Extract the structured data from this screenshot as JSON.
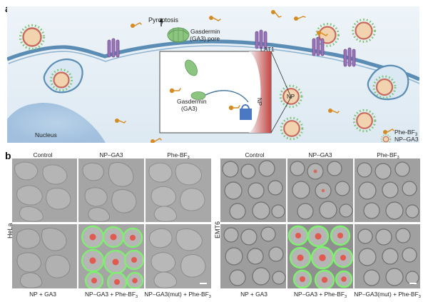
{
  "panels": {
    "a_letter": "a",
    "b_letter": "b"
  },
  "schematic": {
    "pyroptosis": "Pyroptosis",
    "gasdermin_pore_line1": "Gasdermin",
    "gasdermin_pore_line2": "(GA3) pore",
    "lat1": "LAT1",
    "gasdermin_ga3_line1": "Gasdermin",
    "gasdermin_ga3_line2": "(GA3)",
    "np": "NP",
    "np_small": "NP",
    "nucleus": "Nucleus",
    "legend_phe": "Phe-BF",
    "legend_phe_sub": "3",
    "legend_npga3": "NP–GA3"
  },
  "microscopy": {
    "top_labels_left": [
      {
        "text": "Control",
        "sub": ""
      },
      {
        "text": "NP–GA3",
        "sub": ""
      },
      {
        "text": "Phe-BF",
        "sub": "3"
      }
    ],
    "top_labels_right": [
      {
        "text": "Control",
        "sub": ""
      },
      {
        "text": "NP–GA3",
        "sub": ""
      },
      {
        "text": "Phe-BF",
        "sub": "3"
      }
    ],
    "bottom_labels_left": [
      {
        "text": "NP + GA3",
        "sub": ""
      },
      {
        "text": "NP–GA3 + Phe-BF",
        "sub": "3"
      },
      {
        "text": "NP–GA3(mut) + Phe-BF",
        "sub": "3"
      }
    ],
    "bottom_labels_right": [
      {
        "text": "NP + GA3",
        "sub": ""
      },
      {
        "text": "NP–GA3 + Phe-BF",
        "sub": "3"
      },
      {
        "text": "NP–GA3(mut) + Phe-BF",
        "sub": "3"
      }
    ],
    "row_label_left": "HeLa",
    "row_label_right": "EMT6"
  },
  "colors": {
    "background": "#ffffff",
    "cell_bg": "#dce8f2",
    "membrane": "#5f88b0",
    "transporter": "#9a74b6",
    "gasdermin": "#8cc57f",
    "phe": "#d58b20",
    "np_core": "#f2d3b0",
    "np_ring": "#c96a5a",
    "nucleus": "#a9c6e0",
    "micro_gray": "#a0a0a0",
    "green_fluor": "#7df06d",
    "red_fluor": "#e15a50"
  }
}
